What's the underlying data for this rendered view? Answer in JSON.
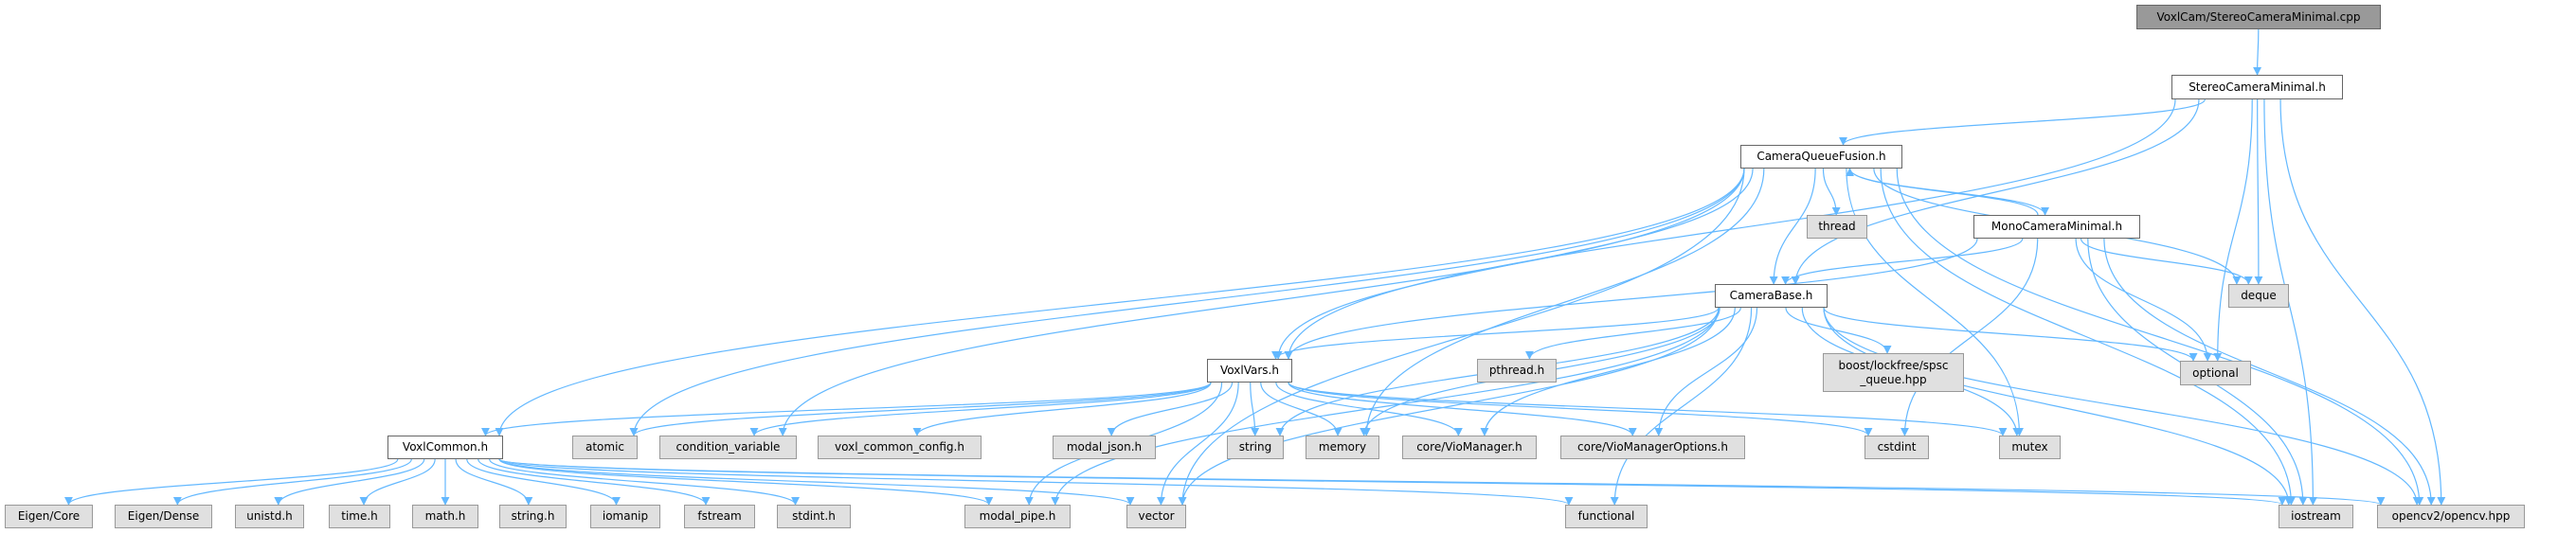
{
  "colors": {
    "edge": "#63b8ff",
    "root_fill": "#999999",
    "internal_fill": "#ffffff",
    "external_fill": "#e0e0e0"
  },
  "nodes": [
    {
      "id": "cpp",
      "label": "VoxlCam/StereoCameraMinimal.cpp",
      "kind": "root"
    },
    {
      "id": "stereo",
      "label": "StereoCameraMinimal.h",
      "kind": "internal"
    },
    {
      "id": "cqf",
      "label": "CameraQueueFusion.h",
      "kind": "internal"
    },
    {
      "id": "thread",
      "label": "thread",
      "kind": "external"
    },
    {
      "id": "mono",
      "label": "MonoCameraMinimal.h",
      "kind": "internal"
    },
    {
      "id": "camerabase",
      "label": "CameraBase.h",
      "kind": "internal"
    },
    {
      "id": "deque",
      "label": "deque",
      "kind": "external"
    },
    {
      "id": "voxlvars",
      "label": "VoxlVars.h",
      "kind": "internal"
    },
    {
      "id": "pthread",
      "label": "pthread.h",
      "kind": "external"
    },
    {
      "id": "boost",
      "label": "boost/lockfree/spsc\n_queue.hpp",
      "kind": "external"
    },
    {
      "id": "optional",
      "label": "optional",
      "kind": "external"
    },
    {
      "id": "voxlcommon",
      "label": "VoxlCommon.h",
      "kind": "internal"
    },
    {
      "id": "atomic",
      "label": "atomic",
      "kind": "external"
    },
    {
      "id": "condvar",
      "label": "condition_variable",
      "kind": "external"
    },
    {
      "id": "vcc",
      "label": "voxl_common_config.h",
      "kind": "external"
    },
    {
      "id": "modal_json",
      "label": "modal_json.h",
      "kind": "external"
    },
    {
      "id": "string",
      "label": "string",
      "kind": "external"
    },
    {
      "id": "memory",
      "label": "memory",
      "kind": "external"
    },
    {
      "id": "viomgr",
      "label": "core/VioManager.h",
      "kind": "external"
    },
    {
      "id": "viomgropt",
      "label": "core/VioManagerOptions.h",
      "kind": "external"
    },
    {
      "id": "cstdint",
      "label": "cstdint",
      "kind": "external"
    },
    {
      "id": "mutex",
      "label": "mutex",
      "kind": "external"
    },
    {
      "id": "eigencore",
      "label": "Eigen/Core",
      "kind": "external"
    },
    {
      "id": "eigendense",
      "label": "Eigen/Dense",
      "kind": "external"
    },
    {
      "id": "unistd",
      "label": "unistd.h",
      "kind": "external"
    },
    {
      "id": "time",
      "label": "time.h",
      "kind": "external"
    },
    {
      "id": "math",
      "label": "math.h",
      "kind": "external"
    },
    {
      "id": "stringh",
      "label": "string.h",
      "kind": "external"
    },
    {
      "id": "iomanip",
      "label": "iomanip",
      "kind": "external"
    },
    {
      "id": "fstream",
      "label": "fstream",
      "kind": "external"
    },
    {
      "id": "stdint",
      "label": "stdint.h",
      "kind": "external"
    },
    {
      "id": "modal_pipe",
      "label": "modal_pipe.h",
      "kind": "external"
    },
    {
      "id": "vector",
      "label": "vector",
      "kind": "external"
    },
    {
      "id": "functional",
      "label": "functional",
      "kind": "external"
    },
    {
      "id": "iostream",
      "label": "iostream",
      "kind": "external"
    },
    {
      "id": "opencv",
      "label": "opencv2/opencv.hpp",
      "kind": "external"
    }
  ],
  "edges": [
    [
      "cpp",
      "stereo"
    ],
    [
      "stereo",
      "cqf"
    ],
    [
      "stereo",
      "voxlvars"
    ],
    [
      "stereo",
      "camerabase"
    ],
    [
      "stereo",
      "deque"
    ],
    [
      "stereo",
      "optional"
    ],
    [
      "stereo",
      "iostream"
    ],
    [
      "stereo",
      "opencv"
    ],
    [
      "cqf",
      "voxlcommon"
    ],
    [
      "cqf",
      "voxlvars"
    ],
    [
      "cqf",
      "camerabase"
    ],
    [
      "cqf",
      "thread"
    ],
    [
      "cqf",
      "mono"
    ],
    [
      "cqf",
      "deque"
    ],
    [
      "cqf",
      "iostream"
    ],
    [
      "cqf",
      "opencv"
    ],
    [
      "cqf",
      "mutex"
    ],
    [
      "cqf",
      "atomic"
    ],
    [
      "cqf",
      "condvar"
    ],
    [
      "cqf",
      "memory"
    ],
    [
      "cqf",
      "vector"
    ],
    [
      "mono",
      "cqf"
    ],
    [
      "mono",
      "camerabase"
    ],
    [
      "mono",
      "voxlvars"
    ],
    [
      "mono",
      "deque"
    ],
    [
      "mono",
      "optional"
    ],
    [
      "mono",
      "cstdint"
    ],
    [
      "mono",
      "iostream"
    ],
    [
      "mono",
      "opencv"
    ],
    [
      "camerabase",
      "voxlvars"
    ],
    [
      "camerabase",
      "string"
    ],
    [
      "camerabase",
      "memory"
    ],
    [
      "camerabase",
      "viomgr"
    ],
    [
      "camerabase",
      "viomgropt"
    ],
    [
      "camerabase",
      "pthread"
    ],
    [
      "camerabase",
      "boost"
    ],
    [
      "camerabase",
      "optional"
    ],
    [
      "camerabase",
      "mutex"
    ],
    [
      "camerabase",
      "iostream"
    ],
    [
      "camerabase",
      "opencv"
    ],
    [
      "camerabase",
      "functional"
    ],
    [
      "camerabase",
      "modal_pipe"
    ],
    [
      "camerabase",
      "vector"
    ],
    [
      "voxlvars",
      "voxlcommon"
    ],
    [
      "voxlvars",
      "atomic"
    ],
    [
      "voxlvars",
      "condvar"
    ],
    [
      "voxlvars",
      "vcc"
    ],
    [
      "voxlvars",
      "modal_json"
    ],
    [
      "voxlvars",
      "string"
    ],
    [
      "voxlvars",
      "memory"
    ],
    [
      "voxlvars",
      "viomgr"
    ],
    [
      "voxlvars",
      "viomgropt"
    ],
    [
      "voxlvars",
      "cstdint"
    ],
    [
      "voxlvars",
      "mutex"
    ],
    [
      "voxlvars",
      "modal_pipe"
    ],
    [
      "voxlvars",
      "vector"
    ],
    [
      "voxlcommon",
      "eigencore"
    ],
    [
      "voxlcommon",
      "eigendense"
    ],
    [
      "voxlcommon",
      "unistd"
    ],
    [
      "voxlcommon",
      "time"
    ],
    [
      "voxlcommon",
      "math"
    ],
    [
      "voxlcommon",
      "stringh"
    ],
    [
      "voxlcommon",
      "iomanip"
    ],
    [
      "voxlcommon",
      "fstream"
    ],
    [
      "voxlcommon",
      "stdint"
    ],
    [
      "voxlcommon",
      "modal_pipe"
    ],
    [
      "voxlcommon",
      "vector"
    ],
    [
      "voxlcommon",
      "functional"
    ],
    [
      "voxlcommon",
      "iostream"
    ],
    [
      "voxlcommon",
      "opencv"
    ]
  ]
}
